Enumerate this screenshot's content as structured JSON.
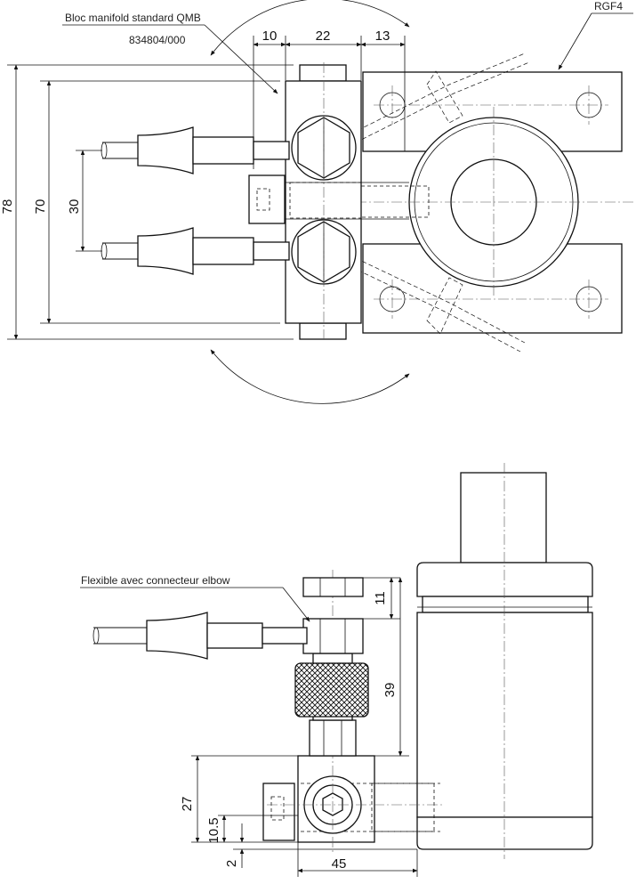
{
  "top_view": {
    "labels": {
      "manifold_name": "Bloc manifold standard QMB",
      "manifold_ref": "834804/000",
      "cylinder_ref": "RGF4"
    },
    "dimensions": {
      "d10": "10",
      "d22": "22",
      "d13": "13",
      "d78": "78",
      "d70": "70",
      "d30": "30"
    }
  },
  "side_view": {
    "labels": {
      "hose_name": "Flexible avec connecteur elbow"
    },
    "dimensions": {
      "d11": "11",
      "d39": "39",
      "d27": "27",
      "d10_5": "10.5",
      "d2": "2",
      "d45": "45"
    }
  }
}
